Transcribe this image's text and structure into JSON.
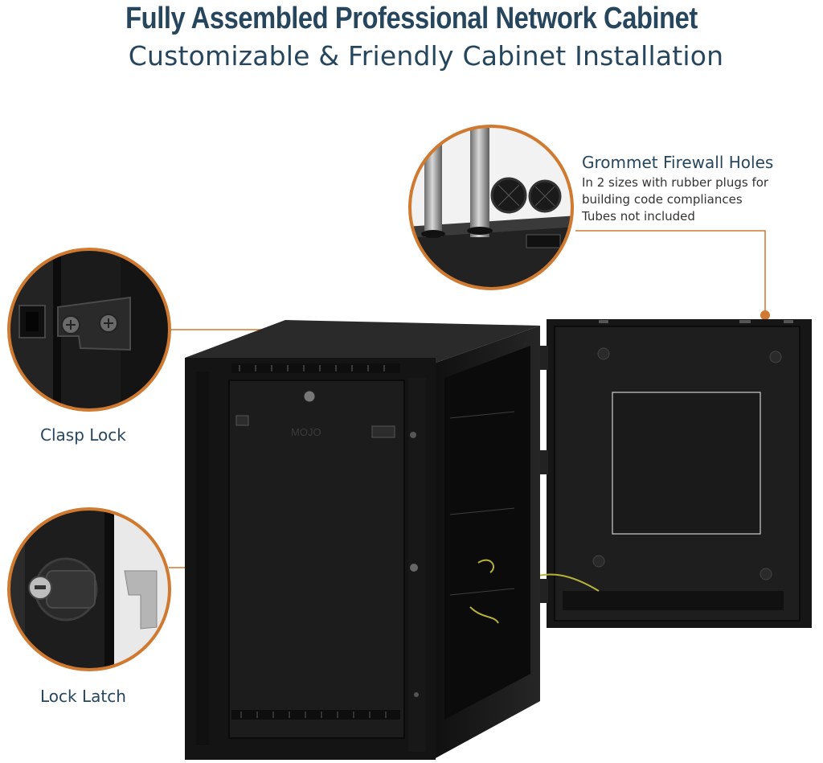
{
  "header": {
    "title": "Fully Assembled Professional Network Cabinet",
    "subtitle": "Customizable & Friendly Cabinet Installation"
  },
  "callouts": {
    "grommet": {
      "heading": "Grommet Firewall Holes",
      "lines": [
        "In 2 sizes with rubber plugs for",
        "building code compliances",
        "Tubes not included"
      ]
    },
    "clasp": {
      "label": "Clasp Lock"
    },
    "latch": {
      "label": "Lock Latch"
    }
  },
  "product": {
    "brand_mark": "MOJO"
  },
  "colors": {
    "title": "#26465e",
    "accent_ring": "#cf7a30",
    "cabinet": "#151515"
  }
}
